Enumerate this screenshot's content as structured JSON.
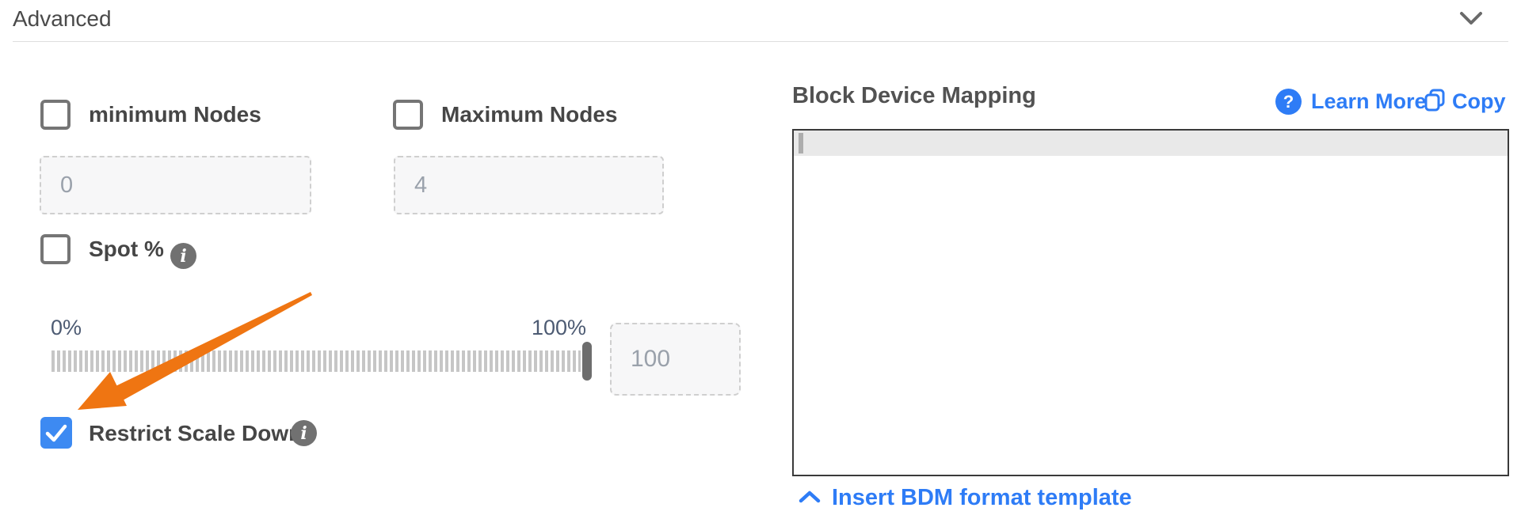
{
  "header": {
    "title": "Advanced",
    "collapse_icon": "chevron-down"
  },
  "left_panel": {
    "min_nodes": {
      "label": "minimum Nodes",
      "checked": false,
      "value": "0"
    },
    "max_nodes": {
      "label": "Maximum Nodes",
      "checked": false,
      "value": "4"
    },
    "spot": {
      "label": "Spot %",
      "checked": false,
      "info_icon": "info"
    },
    "slider": {
      "min_label": "0%",
      "max_label": "100%",
      "value": "100",
      "position_pct": 100
    },
    "restrict": {
      "label": "Restrict Scale Down",
      "checked": true,
      "info_icon": "info"
    }
  },
  "right_panel": {
    "heading": "Block Device Mapping",
    "learn_more_label": "Learn More",
    "copy_label": "Copy",
    "editor": {
      "content": "",
      "active_line": 1,
      "cursor_visible": true
    },
    "insert_link_label": "Insert BDM format template"
  },
  "icons": {
    "help_glyph": "?",
    "info_glyph": "i"
  },
  "annotation": {
    "type": "arrow",
    "points_to": "restrict-scale-down-checkbox",
    "color": "#ef7512"
  },
  "colors": {
    "link_blue": "#2e7cf6",
    "checkbox_checked_blue": "#3d8af2",
    "checkbox_border_gray": "#757575",
    "slider_label_slate": "#4d5b73",
    "input_text_gray": "#9aa1ab",
    "editor_border": "#3a3a3a",
    "active_line_bg": "#e9e9e9",
    "arrow_orange": "#ef7512"
  }
}
